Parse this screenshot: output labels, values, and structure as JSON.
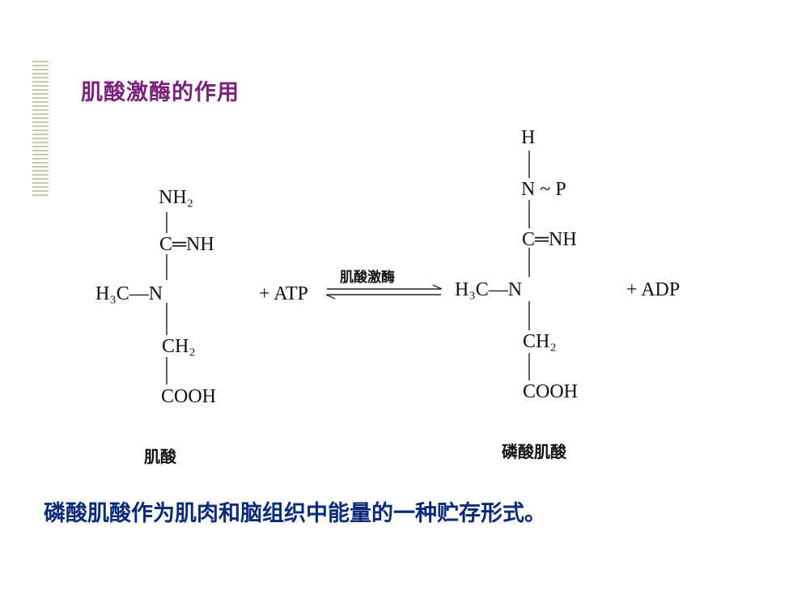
{
  "slide": {
    "title": "肌酸激酶的作用",
    "footer": "磷酸肌酸作为肌肉和脑组织中能量的一种贮存形式。"
  },
  "reaction": {
    "enzyme_label": "肌酸激酶",
    "left_name": "肌酸",
    "right_name": "磷酸肌酸",
    "atp": "+ ATP",
    "adp": "+ ADP",
    "creatine": {
      "amine_top": "NH₂",
      "c_imine": "C═NH",
      "methyl_n": "H₃C—N",
      "ch2": "CH₂",
      "cooh": "COOH"
    },
    "phosphocreatine": {
      "h": "H",
      "n_p": "N ~ P",
      "c_imine": "C═NH",
      "methyl_n": "H₃C—N",
      "ch2": "CH₂",
      "cooh": "COOH"
    }
  }
}
